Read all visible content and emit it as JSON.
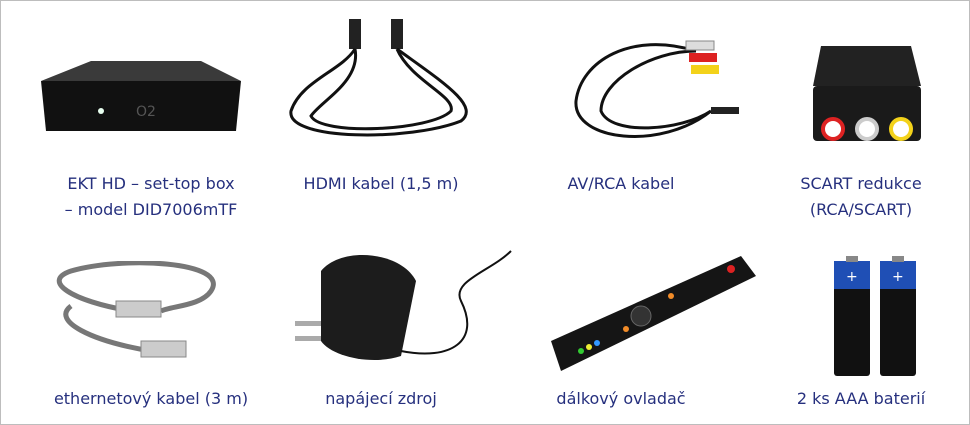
{
  "items": [
    {
      "label": "EKT HD – set-top box",
      "label2": "– model DID7006mTF",
      "icon": "set-top-box"
    },
    {
      "label": "HDMI kabel (1,5 m)",
      "icon": "hdmi-cable"
    },
    {
      "label": "AV/RCA kabel",
      "icon": "rca-cable"
    },
    {
      "label": "SCART redukce",
      "label2": "(RCA/SCART)",
      "icon": "scart-adapter"
    },
    {
      "label": "ethernetový kabel (3 m)",
      "icon": "ethernet-cable"
    },
    {
      "label": "napájecí zdroj",
      "icon": "power-adapter"
    },
    {
      "label": "dálkový ovladač",
      "icon": "remote-control"
    },
    {
      "label": "2 ks AAA baterií",
      "icon": "batteries"
    }
  ],
  "logo": "O2",
  "colors": {
    "text": "#26307e",
    "border": "#bdbdbd"
  }
}
